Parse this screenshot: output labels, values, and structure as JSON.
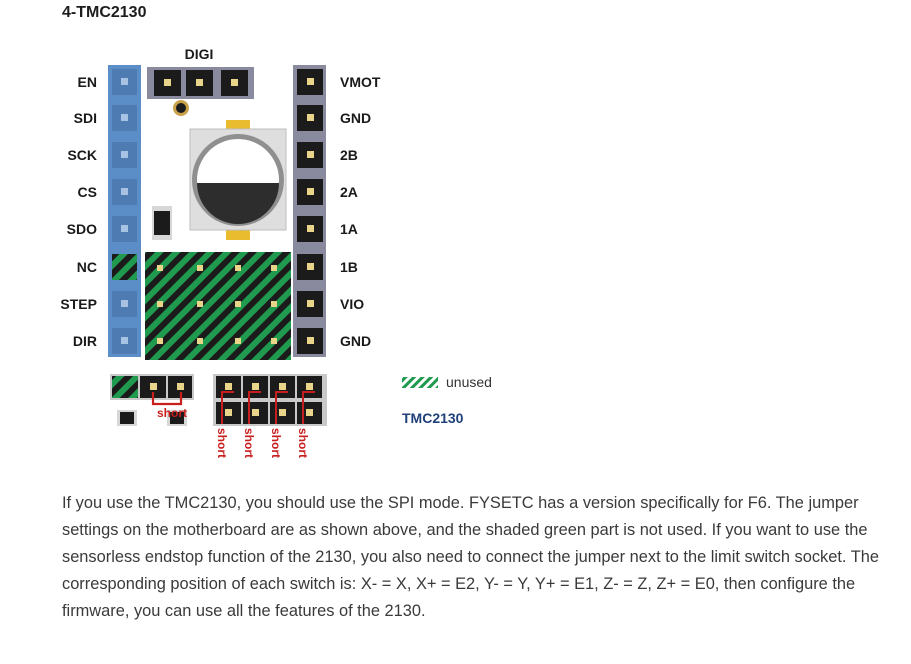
{
  "heading": "4-TMC2130",
  "diagram": {
    "digi_label": "DIGI",
    "left_pins": [
      "EN",
      "SDI",
      "SCK",
      "CS",
      "SDO",
      "NC",
      "STEP",
      "DIR"
    ],
    "right_pins": [
      "VMOT",
      "GND",
      "2B",
      "2A",
      "1A",
      "1B",
      "VIO",
      "GND"
    ],
    "short_labels": [
      "short",
      "short",
      "short",
      "short",
      "short"
    ],
    "legend": {
      "unused": "unused",
      "chip": "TMC2130"
    },
    "colors": {
      "left_header": "#5b8dc7",
      "right_header": "#8a8a9e",
      "pin_black": "#1b1b1b",
      "unused_green": "#1f9a4e",
      "short_red": "#c81e1e",
      "chip_text": "#1f3f7a"
    }
  },
  "paragraph": "If you use the TMC2130, you should use the SPI mode. FYSETC has a version specifically for F6. The jumper settings on the motherboard are as shown above, and the shaded green part is not used. If you want to use the sensorless endstop function of the 2130, you also need to connect the jumper next to the limit switch socket. The corresponding position of each switch is: X- = X, X+ = E2, Y- = Y, Y+ = E1, Z- = Z, Z+ = E0, then configure the firmware, you can use all the features of the 2130."
}
